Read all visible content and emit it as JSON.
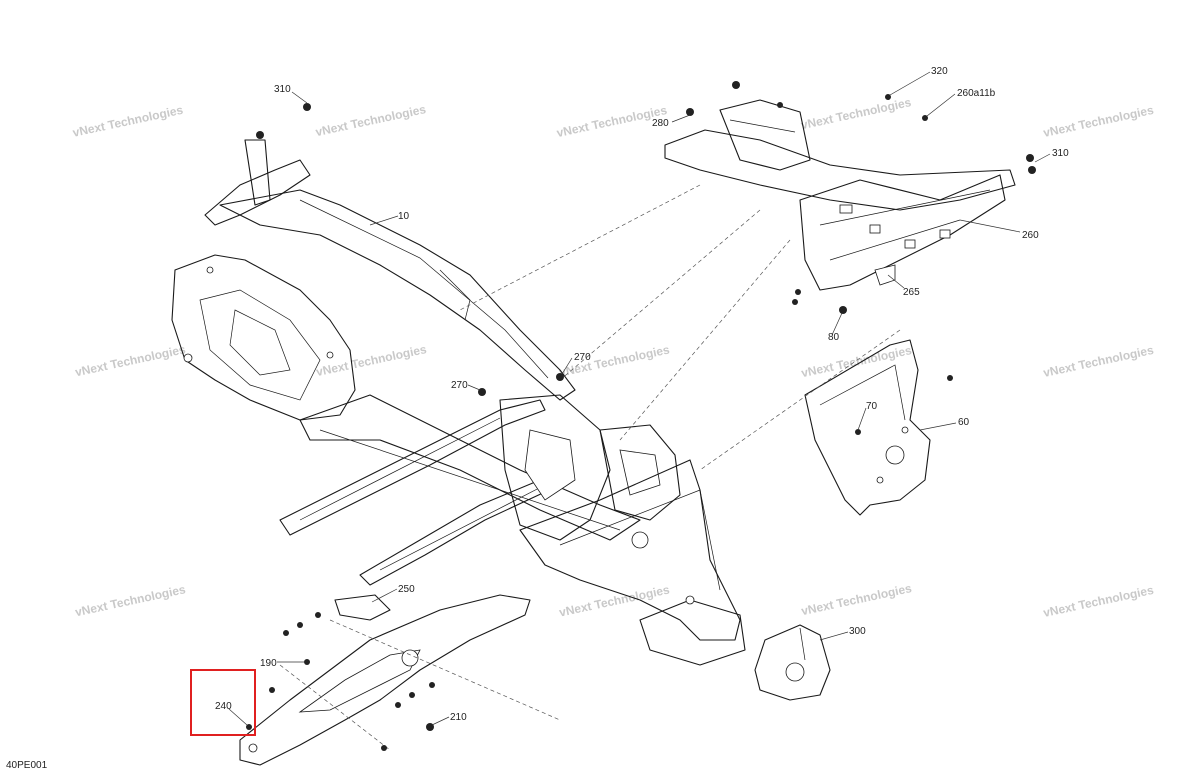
{
  "diagram": {
    "drawing_code": "40PE001",
    "watermark": {
      "line1": "vNext Technologies",
      "line2": "Technologies"
    },
    "callouts": [
      {
        "id": "c310a",
        "label": "310"
      },
      {
        "id": "c10",
        "label": "10"
      },
      {
        "id": "c280",
        "label": "280"
      },
      {
        "id": "c320",
        "label": "320"
      },
      {
        "id": "c260a11b",
        "label": "260a11b"
      },
      {
        "id": "c310b",
        "label": "310"
      },
      {
        "id": "c260",
        "label": "260"
      },
      {
        "id": "c265",
        "label": "265"
      },
      {
        "id": "c80",
        "label": "80"
      },
      {
        "id": "c270a",
        "label": "270"
      },
      {
        "id": "c270b",
        "label": "270"
      },
      {
        "id": "c70",
        "label": "70"
      },
      {
        "id": "c60",
        "label": "60"
      },
      {
        "id": "c250",
        "label": "250"
      },
      {
        "id": "c300",
        "label": "300"
      },
      {
        "id": "c190",
        "label": "190"
      },
      {
        "id": "c240",
        "label": "240"
      },
      {
        "id": "c210",
        "label": "210"
      }
    ],
    "highlight": {
      "part": "240",
      "color": "#e02020"
    }
  }
}
